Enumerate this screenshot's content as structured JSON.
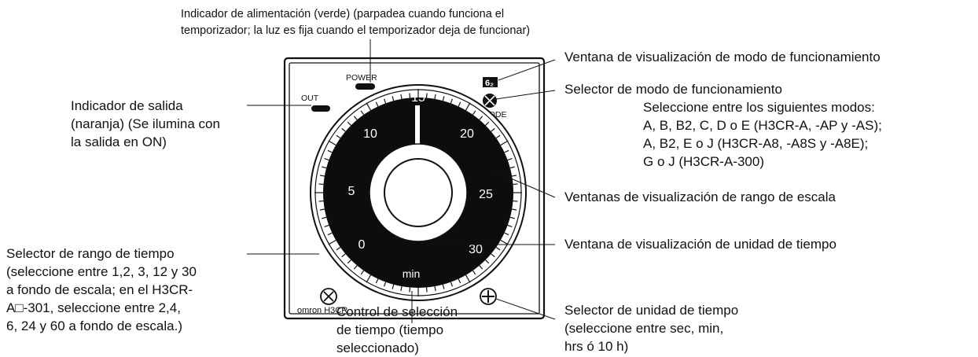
{
  "device": {
    "brand_label": "omron H3CR",
    "power_label": "POWER",
    "out_label": "OUT",
    "mode_label": "MODE",
    "mode_window_value": "6₂",
    "unit_label": "min",
    "scale_numbers": [
      "0",
      "5",
      "10",
      "15",
      "20",
      "25",
      "30"
    ]
  },
  "callouts": {
    "power_indicator": {
      "line1": "Indicador de alimentación (verde) (parpadea cuando funciona el",
      "line2": "temporizador; la luz es fija cuando el temporizador deja de funcionar)"
    },
    "output_indicator": {
      "line1": "Indicador de salida",
      "line2": "(naranja) (Se ilumina con",
      "line3": "la salida en ON)"
    },
    "time_range_selector": {
      "line1": "Selector de rango de tiempo",
      "line2": "(seleccione entre 1,2, 3, 12 y 30",
      "line3": "a fondo de escala; en el H3CR-",
      "line4": "A□-301, seleccione entre 2,4,",
      "line5": "6, 24 y 60 a fondo de escala.)"
    },
    "mode_window": {
      "line1": "Ventana de visualización de modo de funcionamiento"
    },
    "mode_selector": {
      "line1": "Selector de modo de funcionamiento",
      "line2": "Seleccione entre los siguientes modos:",
      "line3": "A, B, B2, C, D o E (H3CR-A, -AP y -AS);",
      "line4": "A, B2, E o J (H3CR-A8, -A8S y -A8E);",
      "line5": "G o J (H3CR-A-300)"
    },
    "scale_range_windows": {
      "line1": "Ventanas de visualización de rango de escala"
    },
    "time_unit_window": {
      "line1": "Ventana de visualización de unidad de tiempo"
    },
    "time_setting_control": {
      "line1": "Control de selección",
      "line2": "de tiempo (tiempo",
      "line3": "seleccionado)"
    },
    "time_unit_selector": {
      "line1": "Selector de unidad de tiempo",
      "line2": "(seleccione entre sec, min,",
      "line3": "hrs ó 10 h)"
    }
  }
}
